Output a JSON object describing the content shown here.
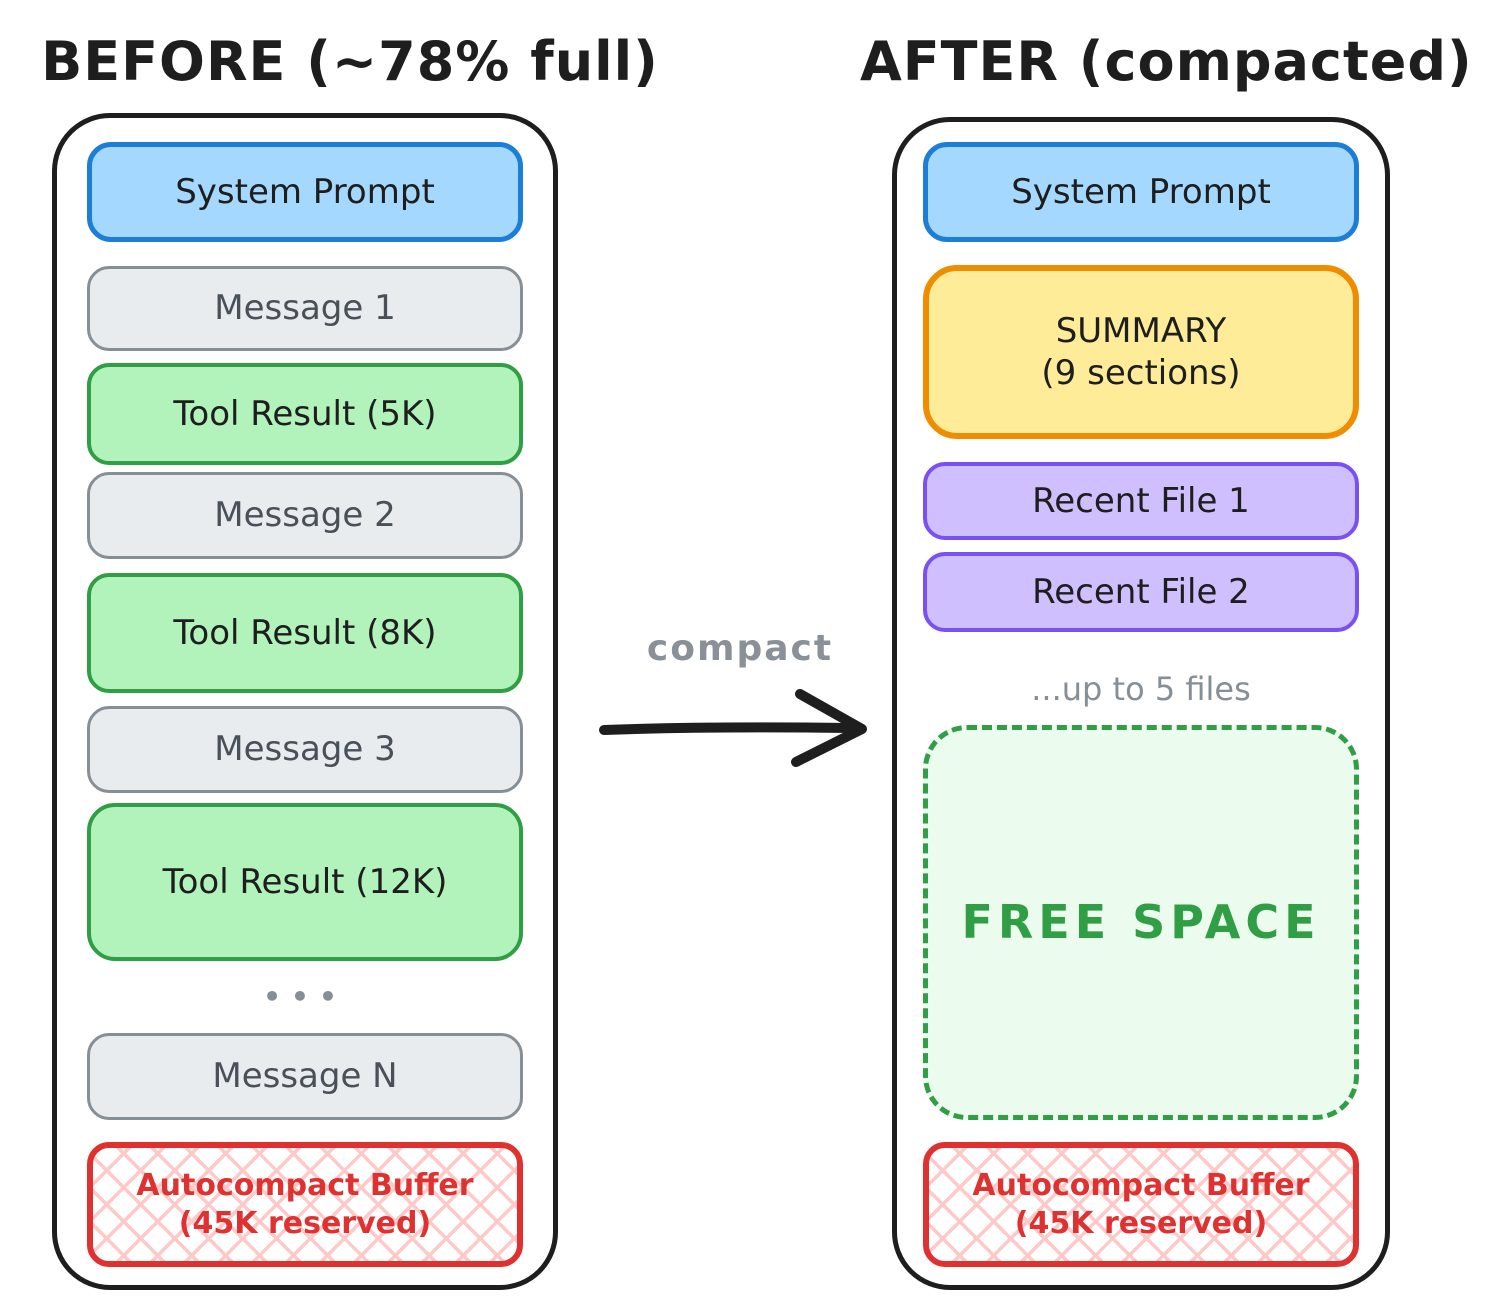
{
  "before": {
    "title": "BEFORE (~78% full)",
    "system_prompt": "System Prompt",
    "message_1": "Message 1",
    "tool_result_5k": "Tool Result (5K)",
    "message_2": "Message 2",
    "tool_result_8k": "Tool Result (8K)",
    "message_3": "Message 3",
    "tool_result_12k": "Tool Result (12K)",
    "ellipsis": "•••",
    "message_n": "Message N",
    "buffer_line1": "Autocompact Buffer",
    "buffer_line2": "(45K reserved)"
  },
  "arrow": {
    "label": "compact"
  },
  "after": {
    "title": "AFTER (compacted)",
    "system_prompt": "System Prompt",
    "summary_line1": "SUMMARY",
    "summary_line2": "(9 sections)",
    "recent_file_1": "Recent File 1",
    "recent_file_2": "Recent File 2",
    "note": "...up to 5 files",
    "free_space": "FREE SPACE",
    "buffer_line1": "Autocompact Buffer",
    "buffer_line2": "(45K reserved)"
  },
  "palette": {
    "outline": "#1e1e1e",
    "blue_fill": "#a5d8ff",
    "blue_stroke": "#1c7ed6",
    "gray_fill": "#e9ecef",
    "gray_stroke": "#868e96",
    "gray_text": "#495057",
    "green_fill": "#b2f2bb",
    "green_stroke": "#2f9e44",
    "yellow_fill": "#ffec99",
    "yellow_stroke": "#f08c00",
    "purple_fill": "#d0bfff",
    "purple_stroke": "#7950f2",
    "red_stroke": "#e03131",
    "red_hatch": "#ffc9c9",
    "free_fill": "#ebfbee",
    "muted_text": "#868e96"
  }
}
